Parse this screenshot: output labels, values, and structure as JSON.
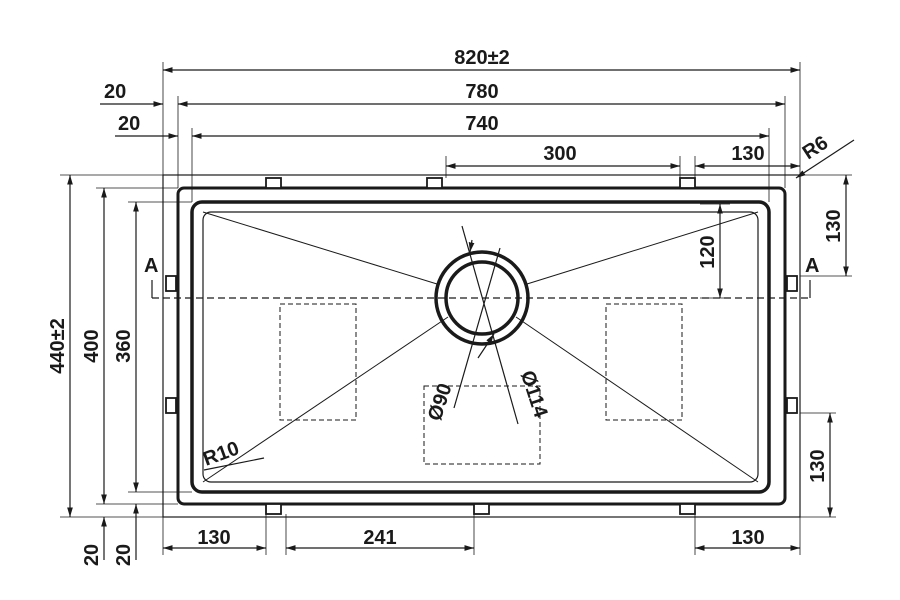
{
  "drawing": {
    "overall_width": "820±2",
    "rim_offset_outer": "20",
    "width_780": "780",
    "rim_offset_inner": "20",
    "width_740": "740",
    "drain_to_clip": "300",
    "top_right_clip": "130",
    "corner_radius_outer": "R6",
    "drain_from_top": "120",
    "right_clip_from_top": "130",
    "section_mark_left": "A",
    "section_mark_right": "A",
    "overall_height": "440±2",
    "height_400": "400",
    "height_360": "360",
    "inner_corner_radius": "R10",
    "drain_diameter_inner": "Ø90",
    "drain_diameter_outer": "Ø114",
    "right_clip_from_bottom": "130",
    "bottom_left_clip": "130",
    "bottom_clip_spacing": "241",
    "bottom_right_clip": "130",
    "bottom_offset_outer": "20",
    "bottom_offset_inner": "20"
  }
}
